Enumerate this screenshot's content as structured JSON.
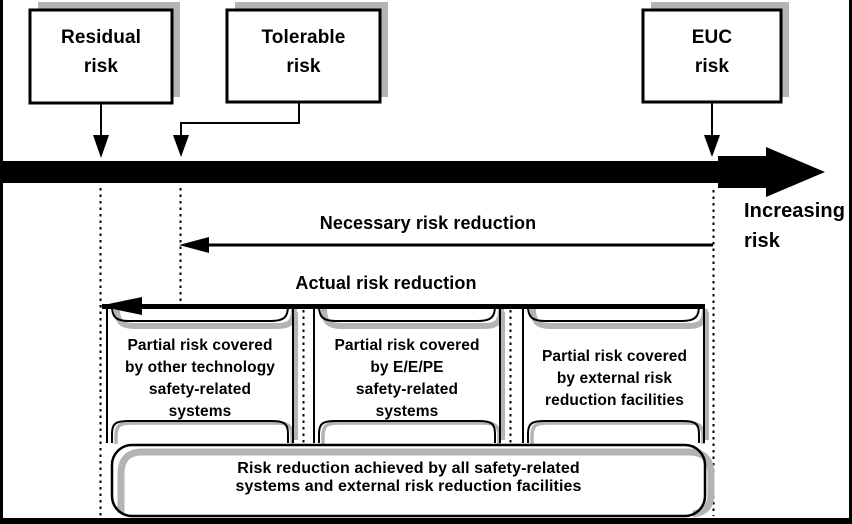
{
  "colors": {
    "ink": "#000000",
    "shadow_gray": "#b4b4b4",
    "background": "#ffffff"
  },
  "top_boxes": {
    "residual": {
      "text": "Residual\nrisk"
    },
    "tolerable": {
      "text": "Tolerable\nrisk"
    },
    "euc": {
      "text": "EUC\nrisk"
    }
  },
  "axis": {
    "label": "Increasing\nrisk"
  },
  "reduction_arrows": {
    "necessary": {
      "label": "Necessary risk reduction"
    },
    "actual": {
      "label": "Actual risk reduction"
    }
  },
  "partial_boxes": [
    {
      "text": "Partial risk covered\nby other technology\nsafety-related\nsystems"
    },
    {
      "text": "Partial risk covered\nby E/E/PE\nsafety-related\nsystems"
    },
    {
      "text": "Partial risk covered\nby external risk\nreduction facilities"
    }
  ],
  "bottom_box": {
    "text": "Risk reduction achieved by all safety-related\nsystems and external risk reduction facilities"
  }
}
